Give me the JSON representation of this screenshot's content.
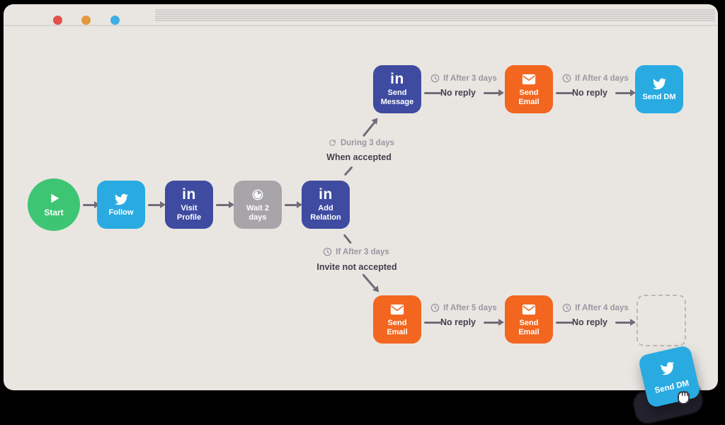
{
  "window": {
    "dots": [
      {
        "name": "red",
        "color": "#E2514A"
      },
      {
        "name": "orange",
        "color": "#E09A3B"
      },
      {
        "name": "blue",
        "color": "#3FAEE0"
      }
    ],
    "background": "#E9E6E2"
  },
  "flow": {
    "linkedin_glyph": "in",
    "start": {
      "label": "Start"
    },
    "follow": {
      "label": "Follow"
    },
    "visit_profile": {
      "label": "Visit Profile"
    },
    "wait": {
      "label": "Wait 2 days"
    },
    "add_relation": {
      "label": "Add Relation"
    },
    "send_message": {
      "label": "Send Message"
    },
    "send_email_top": {
      "label": "Send Email"
    },
    "send_dm_top": {
      "label": "Send DM"
    },
    "send_email_bottom_left": {
      "label": "Send Email"
    },
    "send_email_bottom_right": {
      "label": "Send Email"
    },
    "branch_accepted": {
      "condition": "During 3 days",
      "event": "When accepted",
      "icon": "loop-icon"
    },
    "branch_not_accepted": {
      "condition": "If After 3 days",
      "event": "Invite not accepted",
      "icon": "clock-icon"
    },
    "edge_top_1": {
      "condition": "If After 3 days",
      "event": "No reply",
      "icon": "clock-icon"
    },
    "edge_top_2": {
      "condition": "If After 4 days",
      "event": "No reply",
      "icon": "clock-icon"
    },
    "edge_bottom_1": {
      "condition": "If After 5 days",
      "event": "No reply",
      "icon": "clock-icon"
    },
    "edge_bottom_2": {
      "condition": "If After 4 days",
      "event": "No reply",
      "icon": "clock-icon"
    },
    "dragged_card": {
      "label": "Send DM"
    }
  },
  "colors": {
    "start_green": "#3EC573",
    "twitter_blue": "#29ABE2",
    "linkedin_indigo": "#3F4BA0",
    "wait_gray": "#A7A4AA",
    "email_orange": "#F2661F",
    "arrow_gray": "#716C78",
    "condition_text": "#9B96A0",
    "event_text": "#453F4D",
    "window_background": "#E9E6E2",
    "page_background": "#000000"
  }
}
